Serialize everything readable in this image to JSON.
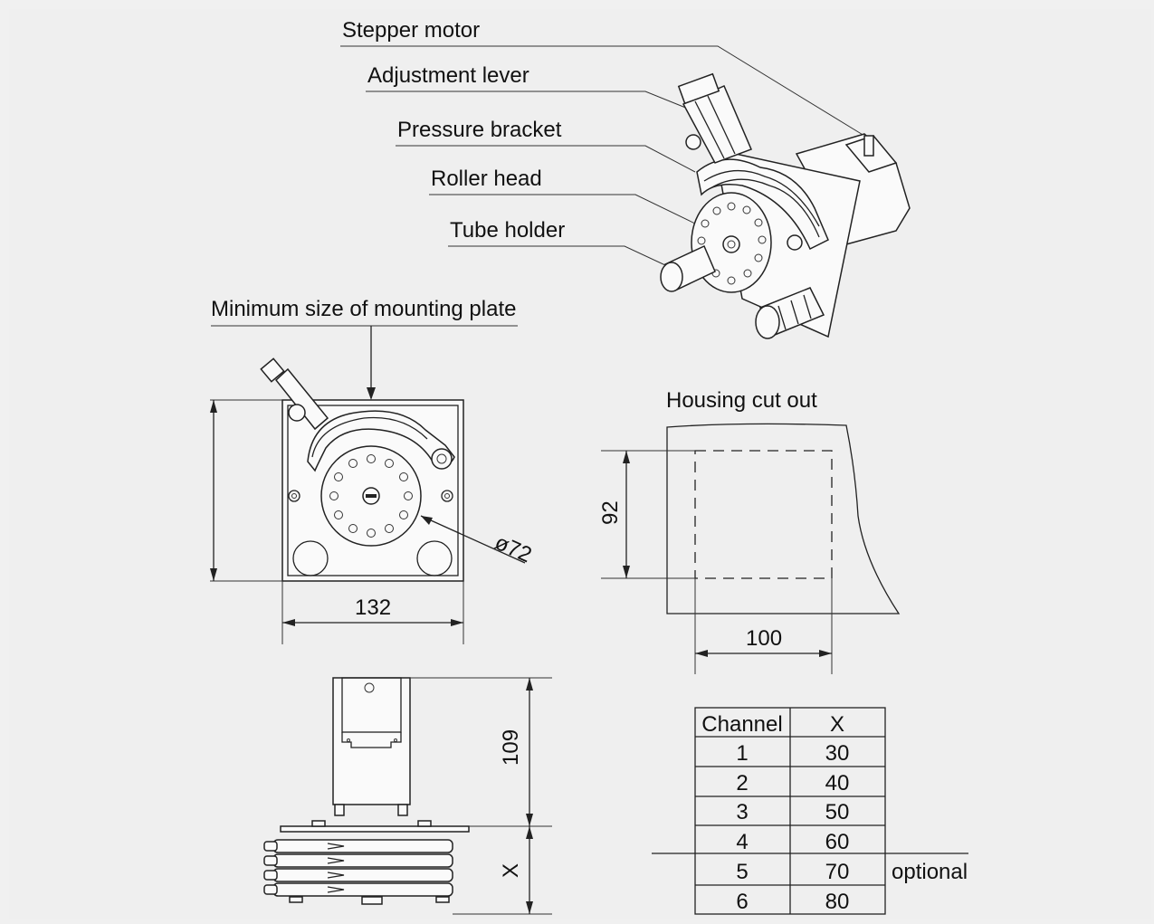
{
  "callouts": {
    "stepper_motor": "Stepper motor",
    "adjustment_lever": "Adjustment lever",
    "pressure_bracket": "Pressure bracket",
    "roller_head": "Roller head",
    "tube_holder": "Tube holder"
  },
  "front_view": {
    "mounting_plate_label": "Minimum size of mounting plate",
    "width_dim": "132",
    "diameter_dim": "ø72"
  },
  "cutout": {
    "title": "Housing cut out",
    "height_dim": "92",
    "width_dim": "100"
  },
  "side_view": {
    "height_dim": "109",
    "x_dim": "X"
  },
  "channel_table": {
    "headers": [
      "Channel",
      "X"
    ],
    "rows": [
      [
        "1",
        "30"
      ],
      [
        "2",
        "40"
      ],
      [
        "3",
        "50"
      ],
      [
        "4",
        "60"
      ],
      [
        "5",
        "70"
      ],
      [
        "6",
        "80"
      ]
    ],
    "optional_label": "optional"
  }
}
